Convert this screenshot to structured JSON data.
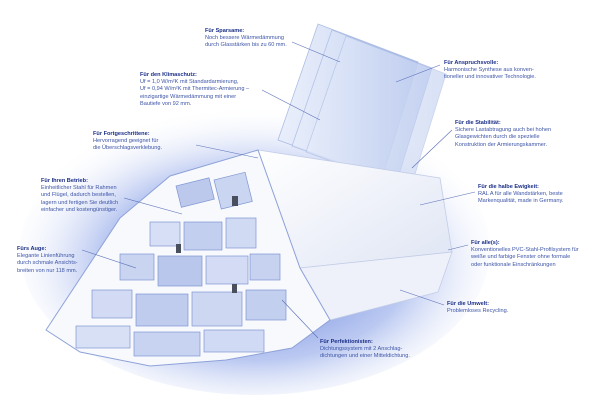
{
  "callouts": [
    {
      "id": "sparsame",
      "title": "Für Sparsame:",
      "body": "Noch bessere Wärmedämmung\ndurch Glasstärken bis zu 60 mm."
    },
    {
      "id": "klimaschutz",
      "title": "Für den Klimaschutz:",
      "body": "Uf = 1,0 W/m²K mit Standardarmierung,\nUf = 0,94 W/m²K mit Thermitec-Armierung –\neinzigartige Wärmedämmung mit einer\nBautiefe von 92 mm."
    },
    {
      "id": "fortgeschrittene",
      "title": "Für Fortgeschrittene:",
      "body": "Hervorragend geeignet für\ndie Überschlagsverklebung."
    },
    {
      "id": "betrieb",
      "title": "Für Ihren Betrieb:",
      "body": "Einheitlicher Stahl für Rahmen\nund Flügel, dadurch bestellen,\nlagern und fertigen Sie deutlich\neinfacher und kostengünstiger."
    },
    {
      "id": "auge",
      "title": "Fürs Auge:",
      "body": "Elegante Linienführung\ndurch schmale Ansichts-\nbreiten von nur 118 mm."
    },
    {
      "id": "anspruchsvolle",
      "title": "Für Anspruchsvolle:",
      "body": "Harmonische Synthese aus konven-\ntioneller und innovativer Technologie."
    },
    {
      "id": "stabilitaet",
      "title": "Für die Stabilität:",
      "body": "Sichere Lastabtragung auch bei hohen\nGlasgewichten durch die spezielle\nKonstruktion der Armierungskammer."
    },
    {
      "id": "ewigkeit",
      "title": "Für die halbe Ewigkeit:",
      "body": "RAL A für alle Wandstärken, beste\nMarkenqualität, made in Germany."
    },
    {
      "id": "alle",
      "title": "Für alle(s):",
      "body": "Konventionelles PVC-Stahl-Profilsystem für\nweiße und farbige Fenster ohne formale\noder funktionale Einschränkungen"
    },
    {
      "id": "umwelt",
      "title": "Für die Umwelt:",
      "body": "Problemloses Recycling."
    },
    {
      "id": "perfektionisten",
      "title": "Für Perfektionisten:",
      "body": "Dichtungssystem mit 2 Anschlag-\ndichtungen und einer Mitteldichtung."
    }
  ],
  "colors": {
    "text": "#2a3f8f",
    "leader": "#5a6fb8",
    "glow": "#3a5fd0",
    "profile": "#f4f6fb",
    "glass": "#c8d6f2"
  }
}
